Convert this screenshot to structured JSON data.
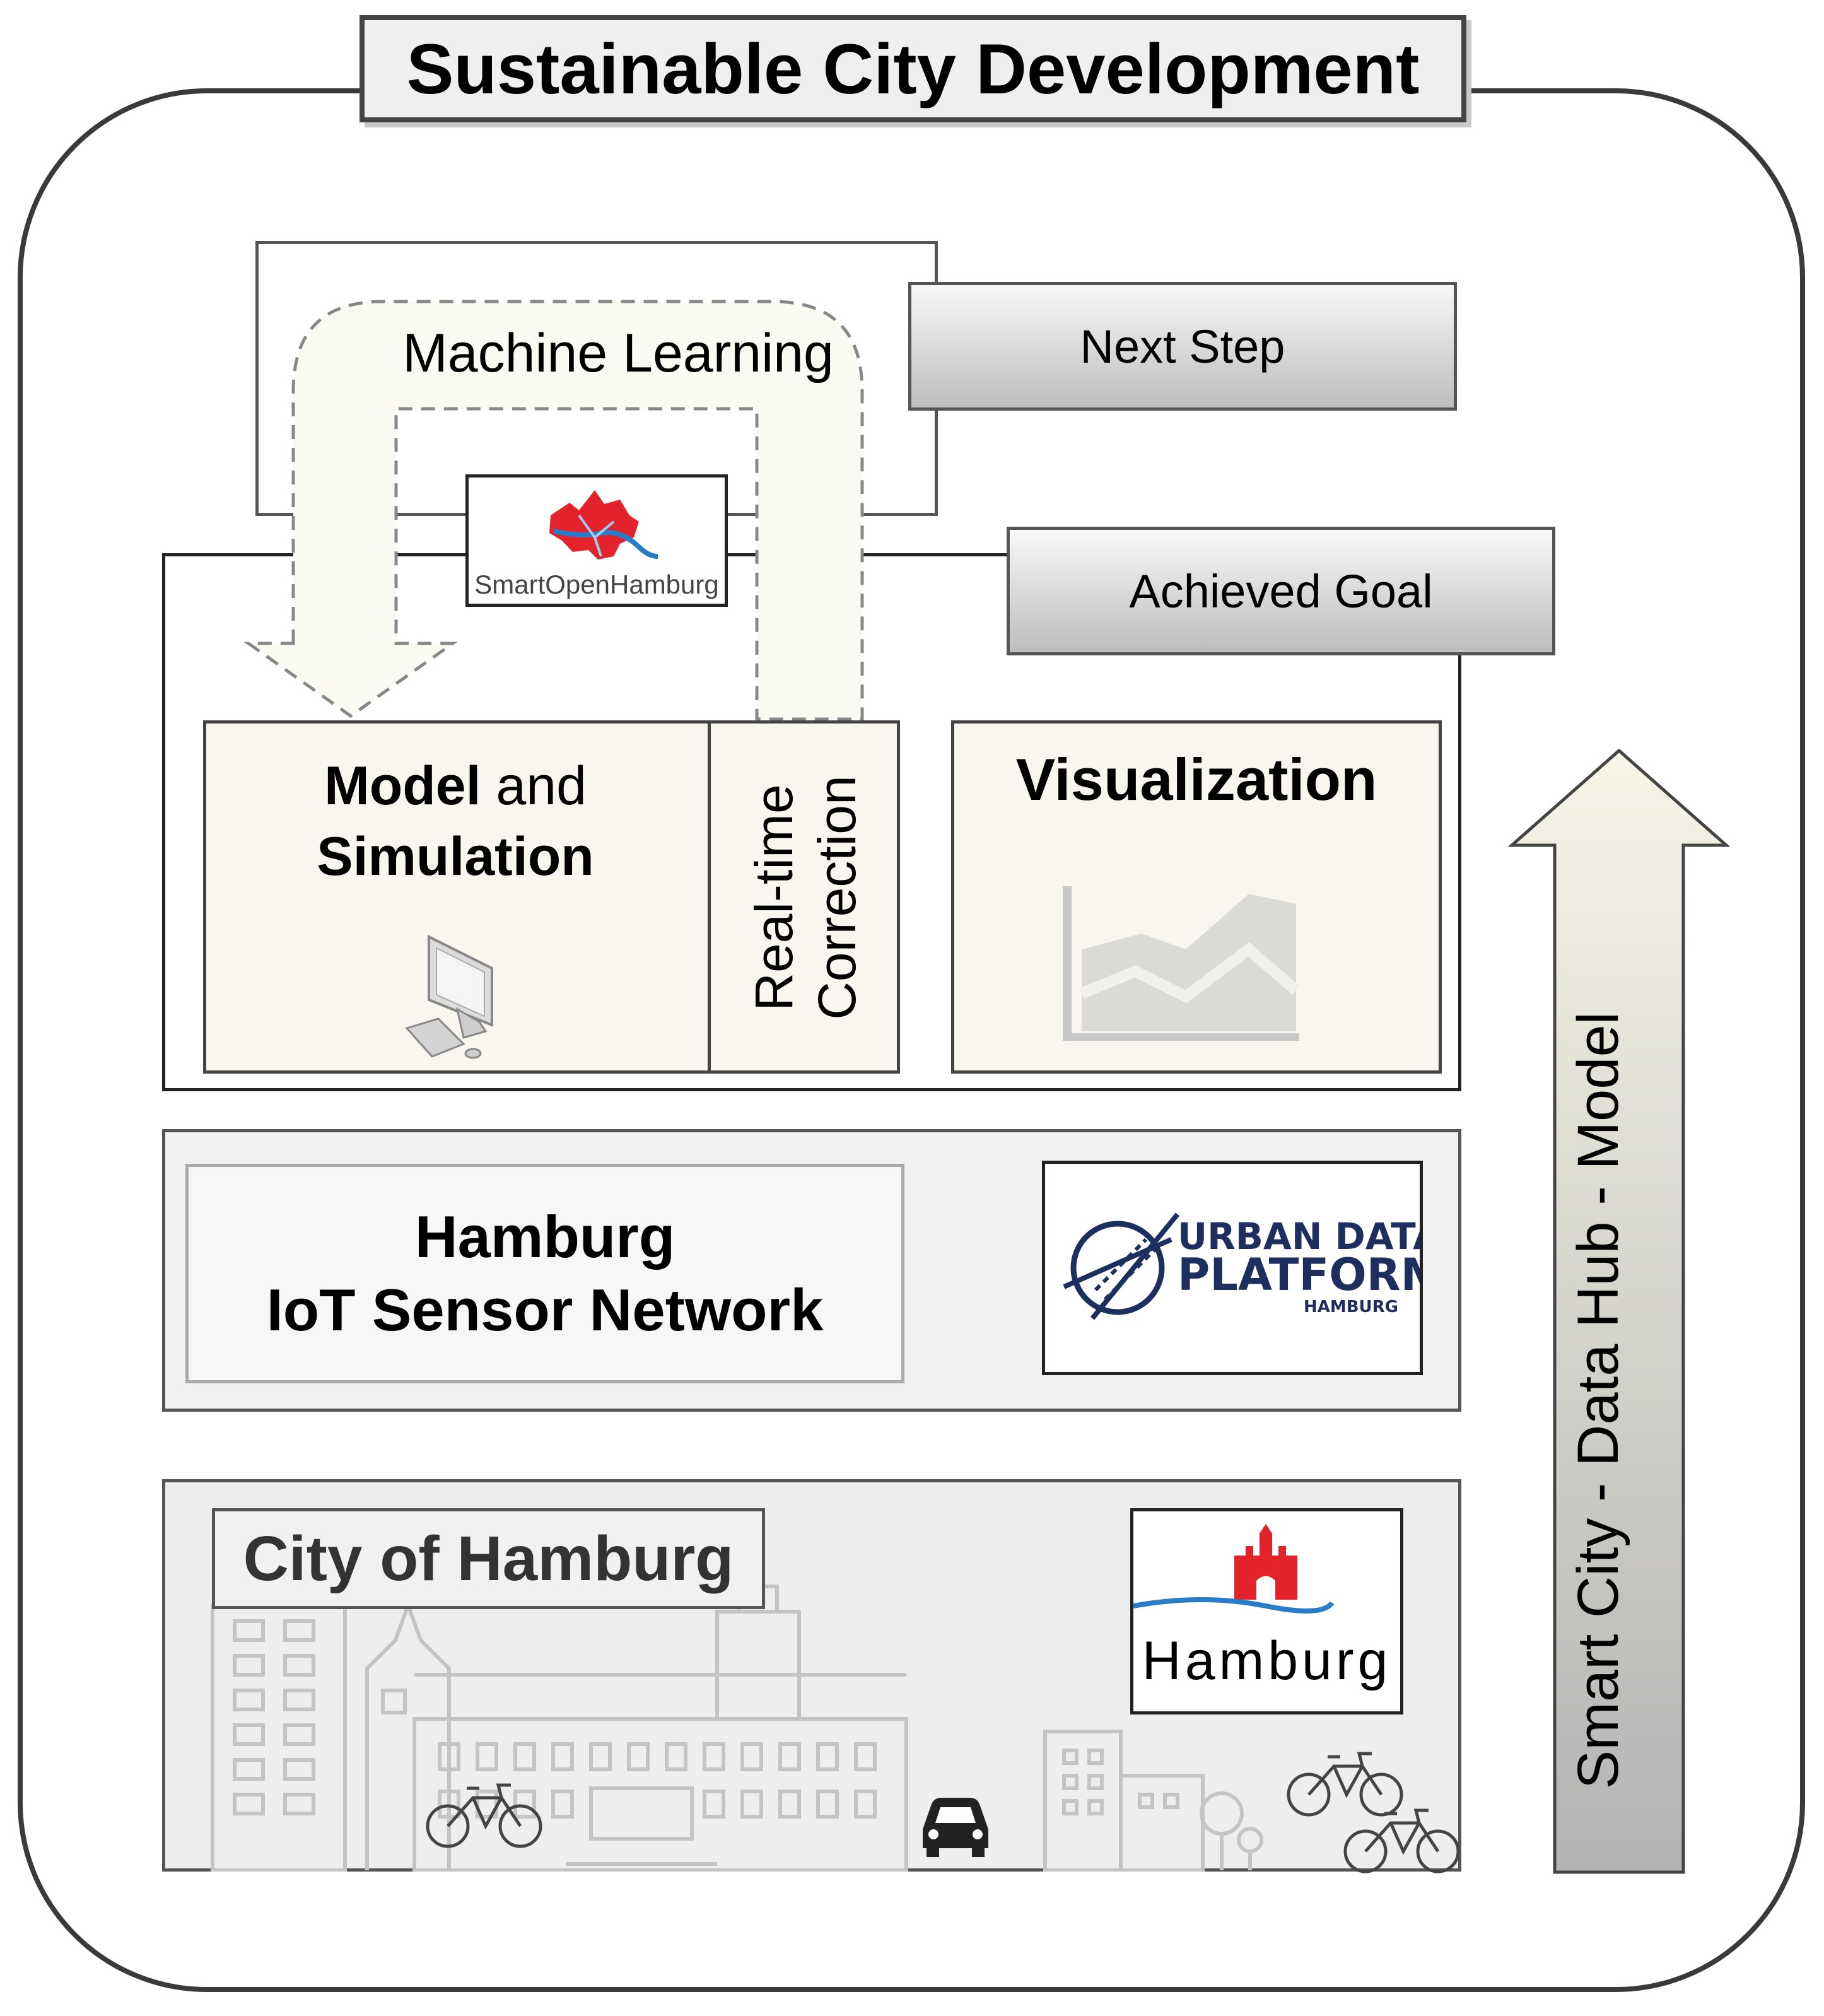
{
  "title": "Sustainable City Development",
  "machine_learning": {
    "label": "Machine Learning"
  },
  "legend": {
    "next_step": "Next Step",
    "achieved_goal": "Achieved Goal"
  },
  "smart_open_hamburg": {
    "logo_text": "SmartOpenHamburg"
  },
  "model_panel": {
    "title_bold_1": "Model",
    "title_regular": " and",
    "title_bold_2": "Simulation",
    "icon": "computer-icon"
  },
  "correction_panel": {
    "line1": "Real-time",
    "line2": "Correction"
  },
  "visualization_panel": {
    "title": "Visualization",
    "icon": "area-chart-icon"
  },
  "iot": {
    "line1": "Hamburg",
    "line2": "IoT Sensor Network"
  },
  "urban_data_platform": {
    "line1": "URBAN DATA",
    "line2": "PLATFORM",
    "line3": "HAMBURG"
  },
  "city": {
    "label": "City of Hamburg",
    "logo_text": "Hamburg"
  },
  "side_arrow": {
    "label": "Smart City - Data Hub - Model"
  },
  "colors": {
    "panel_fill": "#f8f6ef",
    "arrow_fill_top": "#f7f5e6",
    "arrow_fill_bottom": "#b3b3b3",
    "hamburg_red": "#e3232c",
    "river_blue": "#2a7cc7",
    "udp_navy": "#1c2f5e"
  }
}
